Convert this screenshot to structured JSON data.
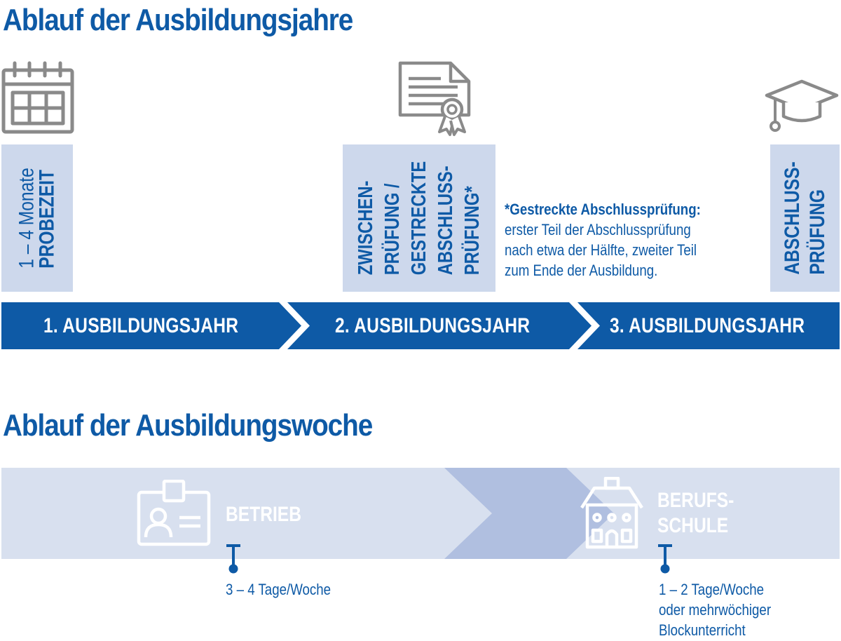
{
  "titles": {
    "years": "Ablauf der Ausbildungsjahre",
    "week": "Ablauf der Ausbildungswoche"
  },
  "milestones": {
    "probezeit": {
      "line1": "1 – 4 Monate",
      "line2": "PROBEZEIT"
    },
    "zwischen": {
      "lines": [
        "ZWISCHEN-",
        "PRÜFUNG /",
        "GESTRECKTE",
        "ABSCHLUSS-",
        "PRÜFUNG*"
      ]
    },
    "abschluss": {
      "lines": [
        "ABSCHLUSS-",
        "PRÜFUNG"
      ]
    }
  },
  "footnote": {
    "title": "*Gestreckte Abschlussprüfung:",
    "lines": [
      "erster Teil der Abschlussprüfung",
      "nach etwa der Hälfte, zweiter Teil",
      "zum Ende der Ausbildung."
    ]
  },
  "years": [
    "1. AUSBILDUNGSJAHR",
    "2. AUSBILDUNGSJAHR",
    "3. AUSBILDUNGSJAHR"
  ],
  "week": {
    "betrieb": {
      "label": "BETRIEB",
      "caption": "3 – 4 Tage/Woche"
    },
    "schule": {
      "label_lines": [
        "BERUFS-",
        "SCHULE"
      ],
      "caption_lines": [
        "1 – 2 Tage/Woche",
        "oder mehrwöchiger",
        "Blockunterricht"
      ]
    }
  },
  "icons": {
    "calendar": "calendar-icon",
    "certificate": "certificate-icon",
    "graduation": "graduation-cap-icon",
    "id_card": "id-card-icon",
    "school": "school-building-icon"
  },
  "colors": {
    "primary": "#0e5aa6",
    "light_box": "#cdd8ec",
    "week_band": "#d8e0ef",
    "week_arrow": "#b0bfe0",
    "icon_gray": "#8a8a8a"
  }
}
